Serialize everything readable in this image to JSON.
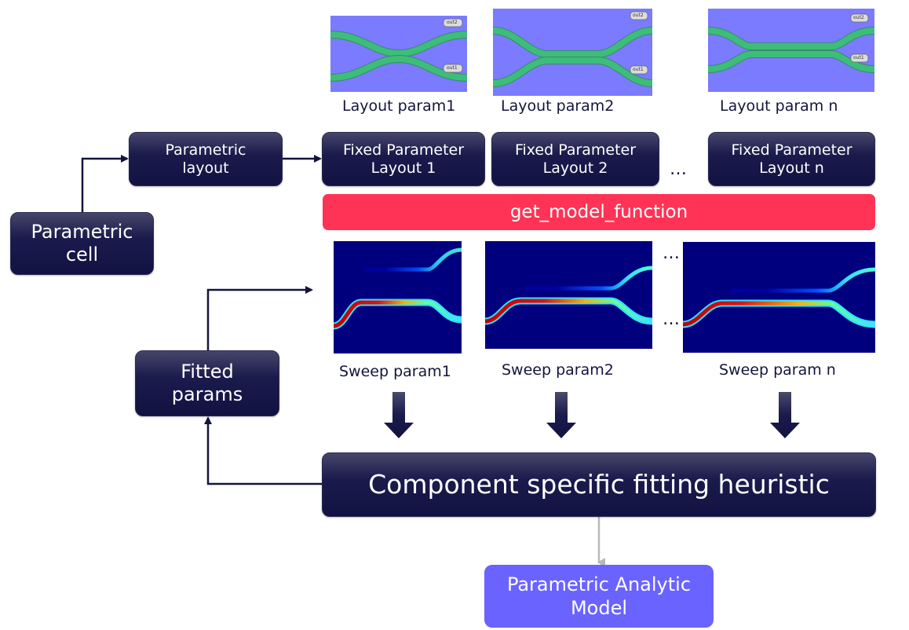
{
  "nodes": {
    "parametric_cell": "Parametric\ncell",
    "parametric_layout": "Parametric\nlayout",
    "fixed_layouts": [
      "Fixed Parameter\nLayout 1",
      "Fixed Parameter\nLayout 2",
      "Fixed Parameter\nLayout n"
    ],
    "get_model_function": "get_model_function",
    "fitted_params": "Fitted\nparams",
    "fitting_heuristic": "Component specific fitting heuristic",
    "analytic_model": "Parametric Analytic\nModel"
  },
  "layout_previews": [
    {
      "caption": "Layout param1",
      "port_labels": [
        "out2",
        "out1"
      ]
    },
    {
      "caption": "Layout param2",
      "port_labels": [
        "out2",
        "out1"
      ]
    },
    {
      "caption": "Layout param n",
      "port_labels": [
        "out2",
        "out1"
      ]
    }
  ],
  "sweep_plots": [
    {
      "caption": "Sweep param1"
    },
    {
      "caption": "Sweep param2"
    },
    {
      "caption": "Sweep param n"
    }
  ],
  "ellipsis": "…",
  "colors": {
    "node_dark": "#14143e",
    "function_bar": "#ff3355",
    "output_model": "#6a63ff",
    "layout_bg": "#7b7bff",
    "waveguide": "#3dbd7a",
    "field_bg": "#00007f"
  }
}
